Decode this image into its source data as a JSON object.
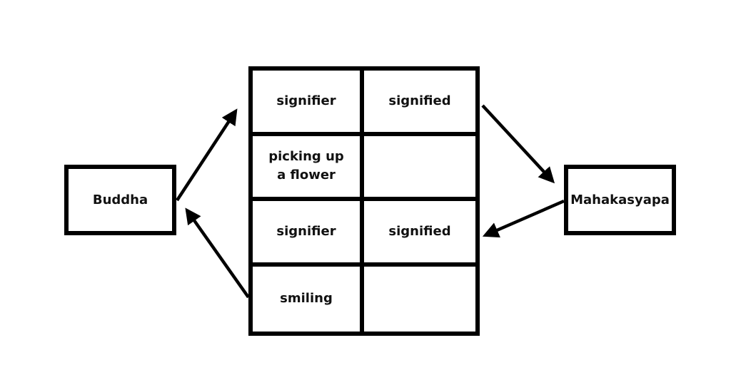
{
  "nodes": {
    "left": {
      "label": "Buddha"
    },
    "right": {
      "label": "Mahakasyapa"
    }
  },
  "table": {
    "rows": [
      [
        "signifier",
        "signified"
      ],
      [
        "picking up\na flower",
        ""
      ],
      [
        "signifier",
        "signified"
      ],
      [
        "smiling",
        ""
      ]
    ]
  },
  "edges": [
    {
      "from": "Buddha",
      "to": "table-row-1",
      "label": ""
    },
    {
      "from": "table-row-1",
      "to": "Mahakasyapa",
      "label": ""
    },
    {
      "from": "Mahakasyapa",
      "to": "table-row-3",
      "label": ""
    },
    {
      "from": "table-row-4",
      "to": "Buddha",
      "label": ""
    }
  ]
}
